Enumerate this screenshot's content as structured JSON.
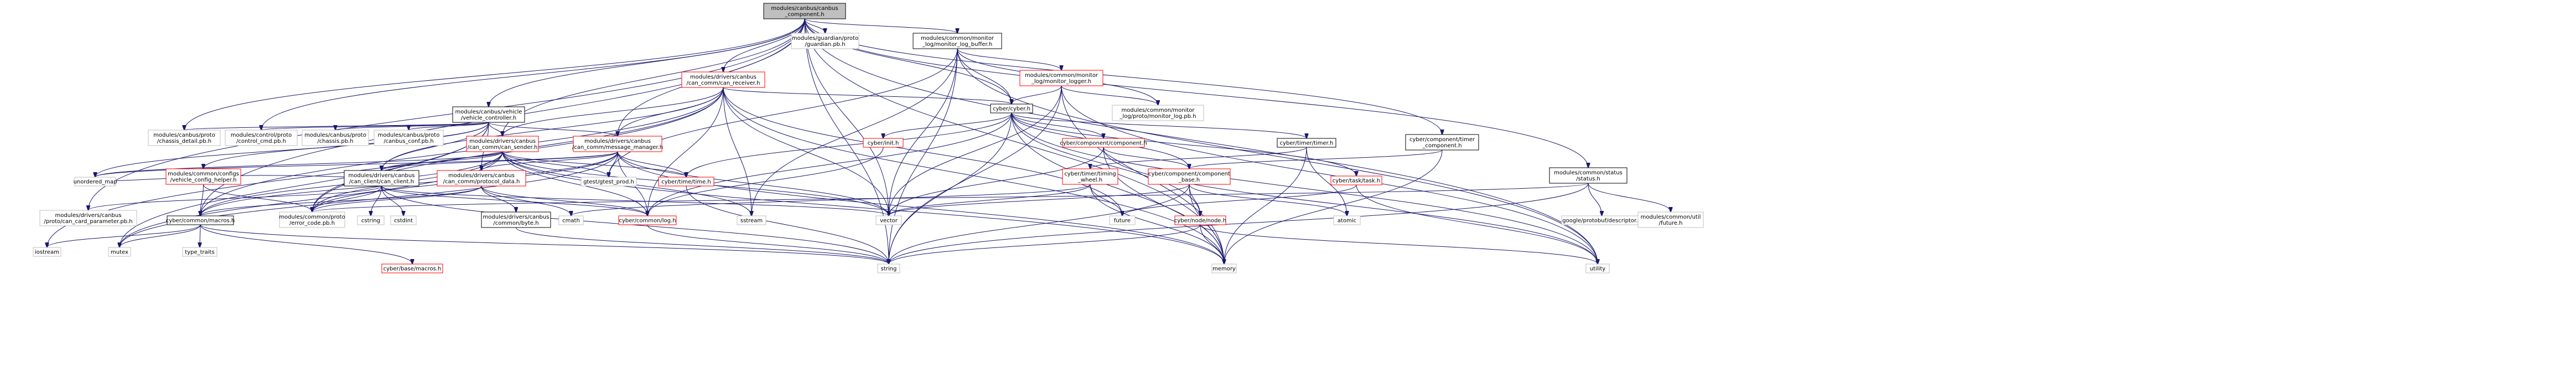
{
  "colors": {
    "background": "#ffffff",
    "root_fill": "#bfbfbf",
    "root_border": "#000000",
    "linked_border": "#ff0000",
    "plain_border": "#000000",
    "external_border": "#bfbfbf",
    "edge": "#191970"
  },
  "nodes": [
    {
      "id": "root",
      "lines": [
        "modules/canbus/canbus",
        "_component.h"
      ],
      "kind": "root"
    },
    {
      "id": "chassis_detail",
      "lines": [
        "modules/canbus/proto",
        "/chassis_detail.pb.h"
      ],
      "kind": "external"
    },
    {
      "id": "control_cmd",
      "lines": [
        "modules/control/proto",
        "/control_cmd.pb.h"
      ],
      "kind": "external"
    },
    {
      "id": "chassis_pb",
      "lines": [
        "modules/canbus/proto",
        "/chassis.pb.h"
      ],
      "kind": "external"
    },
    {
      "id": "canbus_conf",
      "lines": [
        "modules/canbus/proto",
        "/canbus_conf.pb.h"
      ],
      "kind": "external"
    },
    {
      "id": "vehicle_controller",
      "lines": [
        "modules/canbus/vehicle",
        "/vehicle_controller.h"
      ],
      "kind": "plain"
    },
    {
      "id": "guardian",
      "lines": [
        "modules/guardian/proto",
        "/guardian.pb.h"
      ],
      "kind": "external"
    },
    {
      "id": "can_receiver",
      "lines": [
        "modules/drivers/canbus",
        "/can_comm/can_receiver.h"
      ],
      "kind": "linked"
    },
    {
      "id": "can_sender",
      "lines": [
        "modules/drivers/canbus",
        "/can_comm/can_sender.h"
      ],
      "kind": "linked"
    },
    {
      "id": "message_manager",
      "lines": [
        "modules/drivers/canbus",
        "/can_comm/message_manager.h"
      ],
      "kind": "linked"
    },
    {
      "id": "log_buffer",
      "lines": [
        "modules/common/monitor",
        "_log/monitor_log_buffer.h"
      ],
      "kind": "plain"
    },
    {
      "id": "monitor_logger",
      "lines": [
        "modules/common/monitor",
        "_log/monitor_logger.h"
      ],
      "kind": "linked"
    },
    {
      "id": "monitor_log_pb",
      "lines": [
        "modules/common/monitor",
        "_log/proto/monitor_log.pb.h"
      ],
      "kind": "external"
    },
    {
      "id": "cyber_h",
      "lines": [
        "cyber/cyber.h"
      ],
      "kind": "plain"
    },
    {
      "id": "init_h",
      "lines": [
        "cyber/init.h"
      ],
      "kind": "linked"
    },
    {
      "id": "component_h",
      "lines": [
        "cyber/component/component.h"
      ],
      "kind": "linked"
    },
    {
      "id": "timer_h",
      "lines": [
        "cyber/timer/timer.h"
      ],
      "kind": "plain"
    },
    {
      "id": "timer_component",
      "lines": [
        "cyber/component/timer",
        "_component.h"
      ],
      "kind": "plain"
    },
    {
      "id": "status_h",
      "lines": [
        "modules/common/status",
        "/status.h"
      ],
      "kind": "plain"
    },
    {
      "id": "config_helper",
      "lines": [
        "modules/common/configs",
        "/vehicle_config_helper.h"
      ],
      "kind": "linked"
    },
    {
      "id": "unordered_map",
      "lines": [
        "unordered_map"
      ],
      "kind": "external"
    },
    {
      "id": "can_client",
      "lines": [
        "modules/drivers/canbus",
        "/can_client/can_client.h"
      ],
      "kind": "plain"
    },
    {
      "id": "protocol_data",
      "lines": [
        "modules/drivers/canbus",
        "/can_comm/protocol_data.h"
      ],
      "kind": "linked"
    },
    {
      "id": "gtest",
      "lines": [
        "gtest/gtest_prod.h"
      ],
      "kind": "external"
    },
    {
      "id": "time_h",
      "lines": [
        "cyber/time/time.h"
      ],
      "kind": "linked"
    },
    {
      "id": "timing_wheel",
      "lines": [
        "cyber/timer/timing",
        "_wheel.h"
      ],
      "kind": "linked"
    },
    {
      "id": "base_h",
      "lines": [
        "cyber/component/component",
        "_base.h"
      ],
      "kind": "linked"
    },
    {
      "id": "task_h",
      "lines": [
        "cyber/task/task.h"
      ],
      "kind": "linked"
    },
    {
      "id": "card_parameter",
      "lines": [
        "modules/drivers/canbus",
        "/proto/can_card_parameter.pb.h"
      ],
      "kind": "external"
    },
    {
      "id": "macros_common",
      "lines": [
        "cyber/common/macros.h"
      ],
      "kind": "plain"
    },
    {
      "id": "error_code",
      "lines": [
        "modules/common/proto",
        "/error_code.pb.h"
      ],
      "kind": "external"
    },
    {
      "id": "cstring",
      "lines": [
        "cstring"
      ],
      "kind": "external"
    },
    {
      "id": "cstdint",
      "lines": [
        "cstdint"
      ],
      "kind": "external"
    },
    {
      "id": "byte_h",
      "lines": [
        "modules/drivers/canbus",
        "/common/byte.h"
      ],
      "kind": "plain"
    },
    {
      "id": "cmath",
      "lines": [
        "cmath"
      ],
      "kind": "external"
    },
    {
      "id": "log_h",
      "lines": [
        "cyber/common/log.h"
      ],
      "kind": "linked"
    },
    {
      "id": "sstream",
      "lines": [
        "sstream"
      ],
      "kind": "external"
    },
    {
      "id": "vector",
      "lines": [
        "vector"
      ],
      "kind": "external"
    },
    {
      "id": "future",
      "lines": [
        "future"
      ],
      "kind": "external"
    },
    {
      "id": "atomic",
      "lines": [
        "atomic"
      ],
      "kind": "external"
    },
    {
      "id": "node_h",
      "lines": [
        "cyber/node/node.h"
      ],
      "kind": "linked"
    },
    {
      "id": "descriptor",
      "lines": [
        "google/protobuf/descriptor.h"
      ],
      "kind": "external"
    },
    {
      "id": "util_future",
      "lines": [
        "modules/common/util",
        "/future.h"
      ],
      "kind": "external"
    },
    {
      "id": "iostream",
      "lines": [
        "iostream"
      ],
      "kind": "external"
    },
    {
      "id": "mutex",
      "lines": [
        "mutex"
      ],
      "kind": "external"
    },
    {
      "id": "type_traits",
      "lines": [
        "type_traits"
      ],
      "kind": "external"
    },
    {
      "id": "macros_base",
      "lines": [
        "cyber/base/macros.h"
      ],
      "kind": "linked"
    },
    {
      "id": "string",
      "lines": [
        "string"
      ],
      "kind": "external"
    },
    {
      "id": "memory",
      "lines": [
        "memory"
      ],
      "kind": "external"
    },
    {
      "id": "utility",
      "lines": [
        "utility"
      ],
      "kind": "external"
    }
  ],
  "edges": [
    [
      "root",
      "chassis_detail"
    ],
    [
      "root",
      "control_cmd"
    ],
    [
      "root",
      "vehicle_controller"
    ],
    [
      "root",
      "guardian"
    ],
    [
      "root",
      "can_receiver"
    ],
    [
      "root",
      "can_sender"
    ],
    [
      "root",
      "message_manager"
    ],
    [
      "root",
      "log_buffer"
    ],
    [
      "root",
      "cyber_h"
    ],
    [
      "root",
      "timer_component"
    ],
    [
      "root",
      "status_h"
    ],
    [
      "root",
      "card_parameter"
    ],
    [
      "root",
      "macros_common"
    ],
    [
      "root",
      "string"
    ],
    [
      "root",
      "vector"
    ],
    [
      "root",
      "memory"
    ],
    [
      "root",
      "utility"
    ],
    [
      "vehicle_controller",
      "chassis_detail"
    ],
    [
      "vehicle_controller",
      "control_cmd"
    ],
    [
      "vehicle_controller",
      "chassis_pb"
    ],
    [
      "vehicle_controller",
      "canbus_conf"
    ],
    [
      "vehicle_controller",
      "can_sender"
    ],
    [
      "vehicle_controller",
      "message_manager"
    ],
    [
      "vehicle_controller",
      "config_helper"
    ],
    [
      "vehicle_controller",
      "unordered_map"
    ],
    [
      "vehicle_controller",
      "can_client"
    ],
    [
      "vehicle_controller",
      "protocol_data"
    ],
    [
      "vehicle_controller",
      "error_code"
    ],
    [
      "vehicle_controller",
      "mutex"
    ],
    [
      "can_receiver",
      "cyber_h"
    ],
    [
      "can_receiver",
      "can_sender"
    ],
    [
      "can_receiver",
      "message_manager"
    ],
    [
      "can_receiver",
      "can_client"
    ],
    [
      "can_receiver",
      "error_code"
    ],
    [
      "can_receiver",
      "sstream"
    ],
    [
      "can_receiver",
      "vector"
    ],
    [
      "can_receiver",
      "iostream"
    ],
    [
      "can_receiver",
      "memory"
    ],
    [
      "can_receiver",
      "macros_common"
    ],
    [
      "can_receiver",
      "log_h"
    ],
    [
      "can_receiver",
      "future"
    ],
    [
      "can_sender",
      "unordered_map"
    ],
    [
      "can_sender",
      "can_client"
    ],
    [
      "can_sender",
      "protocol_data"
    ],
    [
      "can_sender",
      "gtest"
    ],
    [
      "can_sender",
      "time_h"
    ],
    [
      "can_sender",
      "log_h"
    ],
    [
      "can_sender",
      "error_code"
    ],
    [
      "can_sender",
      "macros_common"
    ],
    [
      "can_sender",
      "vector"
    ],
    [
      "can_sender",
      "mutex"
    ],
    [
      "can_sender",
      "memory"
    ],
    [
      "can_sender",
      "sstream"
    ],
    [
      "message_manager",
      "unordered_map"
    ],
    [
      "message_manager",
      "can_client"
    ],
    [
      "message_manager",
      "protocol_data"
    ],
    [
      "message_manager",
      "gtest"
    ],
    [
      "message_manager",
      "time_h"
    ],
    [
      "message_manager",
      "log_h"
    ],
    [
      "message_manager",
      "error_code"
    ],
    [
      "message_manager",
      "mutex"
    ],
    [
      "message_manager",
      "vector"
    ],
    [
      "message_manager",
      "memory"
    ],
    [
      "message_manager",
      "macros_common"
    ],
    [
      "log_buffer",
      "cyber_h"
    ],
    [
      "log_buffer",
      "monitor_logger"
    ],
    [
      "log_buffer",
      "monitor_log_pb"
    ],
    [
      "log_buffer",
      "gtest"
    ],
    [
      "log_buffer",
      "string"
    ],
    [
      "log_buffer",
      "vector"
    ],
    [
      "log_buffer",
      "sstream"
    ],
    [
      "log_buffer",
      "utility"
    ],
    [
      "monitor_logger",
      "cyber_h"
    ],
    [
      "monitor_logger",
      "monitor_log_pb"
    ],
    [
      "monitor_logger",
      "memory"
    ],
    [
      "monitor_logger",
      "string"
    ],
    [
      "monitor_logger",
      "vector"
    ],
    [
      "monitor_logger",
      "utility"
    ],
    [
      "cyber_h",
      "init_h"
    ],
    [
      "cyber_h",
      "component_h"
    ],
    [
      "cyber_h",
      "timer_h"
    ],
    [
      "cyber_h",
      "task_h"
    ],
    [
      "cyber_h",
      "time_h"
    ],
    [
      "cyber_h",
      "node_h"
    ],
    [
      "cyber_h",
      "log_h"
    ],
    [
      "cyber_h",
      "memory"
    ],
    [
      "cyber_h",
      "string"
    ],
    [
      "cyber_h",
      "utility"
    ],
    [
      "cyber_h",
      "base_h"
    ],
    [
      "init_h",
      "log_h"
    ],
    [
      "component_h",
      "base_h"
    ],
    [
      "component_h",
      "memory"
    ],
    [
      "component_h",
      "utility"
    ],
    [
      "component_h",
      "vector"
    ],
    [
      "timer_h",
      "timing_wheel"
    ],
    [
      "timer_h",
      "atomic"
    ],
    [
      "timer_h",
      "memory"
    ],
    [
      "timer_component",
      "base_h"
    ],
    [
      "timer_component",
      "memory"
    ],
    [
      "status_h",
      "error_code"
    ],
    [
      "status_h",
      "descriptor"
    ],
    [
      "status_h",
      "util_future"
    ],
    [
      "status_h",
      "string"
    ],
    [
      "config_helper",
      "macros_common"
    ],
    [
      "config_helper",
      "error_code"
    ],
    [
      "can_client",
      "card_parameter"
    ],
    [
      "can_client",
      "log_h"
    ],
    [
      "can_client",
      "error_code"
    ],
    [
      "can_client",
      "cstring"
    ],
    [
      "can_client",
      "cstdint"
    ],
    [
      "can_client",
      "vector"
    ],
    [
      "can_client",
      "string"
    ],
    [
      "can_client",
      "unordered_map"
    ],
    [
      "protocol_data",
      "byte_h"
    ],
    [
      "protocol_data",
      "cmath"
    ],
    [
      "protocol_data",
      "log_h"
    ],
    [
      "protocol_data",
      "error_code"
    ],
    [
      "protocol_data",
      "macros_common"
    ],
    [
      "time_h",
      "string"
    ],
    [
      "timing_wheel",
      "future"
    ],
    [
      "timing_wheel",
      "vector"
    ],
    [
      "timing_wheel",
      "memory"
    ],
    [
      "timing_wheel",
      "cmath"
    ],
    [
      "base_h",
      "node_h"
    ],
    [
      "base_h",
      "vector"
    ],
    [
      "base_h",
      "atomic"
    ],
    [
      "base_h",
      "memory"
    ],
    [
      "base_h",
      "string"
    ],
    [
      "task_h",
      "future"
    ],
    [
      "task_h",
      "utility"
    ],
    [
      "macros_common",
      "iostream"
    ],
    [
      "macros_common",
      "mutex"
    ],
    [
      "macros_common",
      "type_traits"
    ],
    [
      "macros_common",
      "macros_base"
    ],
    [
      "macros_common",
      "string"
    ],
    [
      "byte_h",
      "string"
    ],
    [
      "log_h",
      "string"
    ],
    [
      "node_h",
      "memory"
    ],
    [
      "node_h",
      "string"
    ],
    [
      "node_h",
      "utility"
    ]
  ]
}
